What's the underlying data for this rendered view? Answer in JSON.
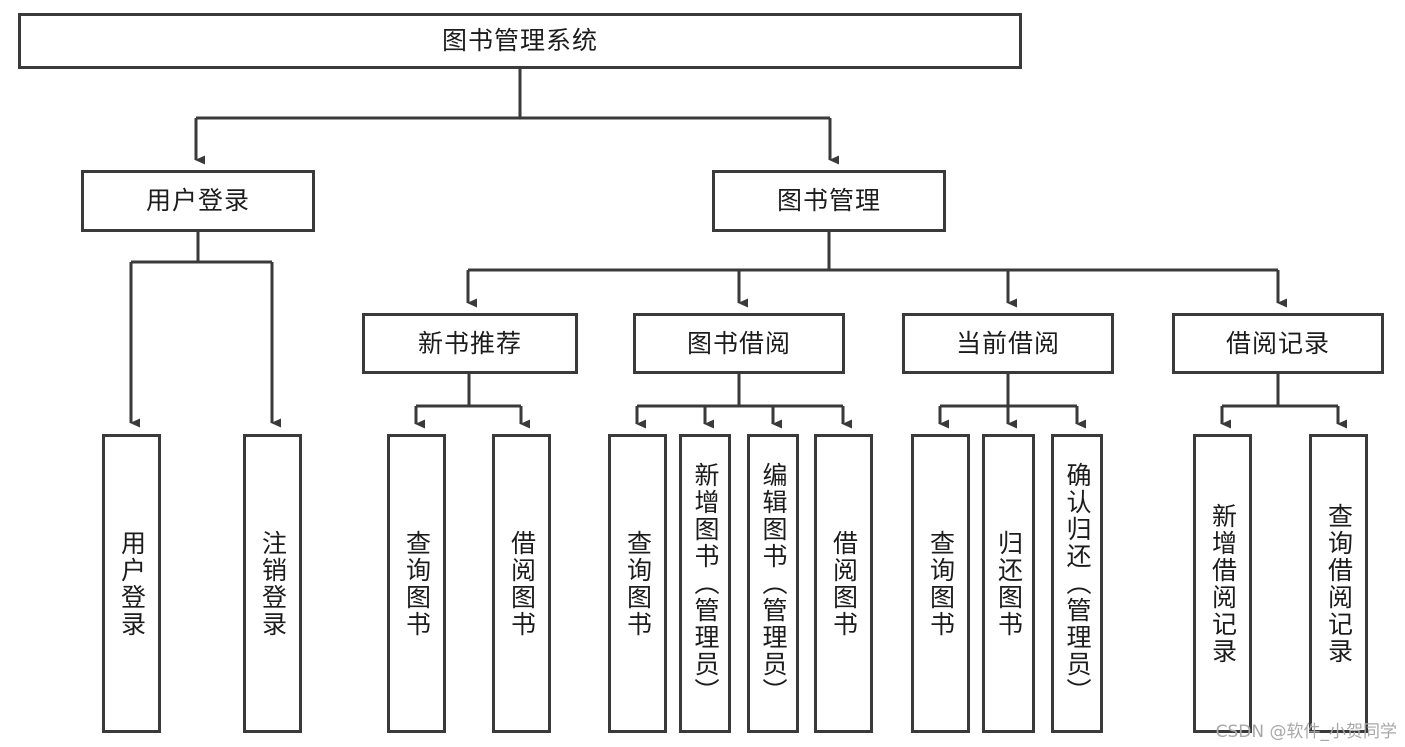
{
  "diagram": {
    "title": "图书管理系统",
    "type": "tree-hierarchy-diagram",
    "colors": {
      "border": "#3a3a3a",
      "background": "#ffffff",
      "text": "#1c1c1c",
      "watermark": "#a8a8a8"
    },
    "root": {
      "label": "图书管理系统"
    },
    "level2": [
      {
        "label": "用户登录"
      },
      {
        "label": "图书管理"
      }
    ],
    "level3": [
      {
        "label": "新书推荐"
      },
      {
        "label": "图书借阅"
      },
      {
        "label": "当前借阅"
      },
      {
        "label": "借阅记录"
      }
    ],
    "leaves": {
      "user_login": [
        {
          "label": "用户登录"
        },
        {
          "label": "注销登录"
        }
      ],
      "new_book_recommend": [
        {
          "label": "查询图书"
        },
        {
          "label": "借阅图书"
        }
      ],
      "book_borrow": [
        {
          "label": "查询图书"
        },
        {
          "label": "新增图书（管理员）"
        },
        {
          "label": "编辑图书（管理员）"
        },
        {
          "label": "借阅图书"
        }
      ],
      "current_borrow": [
        {
          "label": "查询图书"
        },
        {
          "label": "归还图书"
        },
        {
          "label": "确认归还（管理员）"
        }
      ],
      "borrow_record": [
        {
          "label": "新增借阅记录"
        },
        {
          "label": "查询借阅记录"
        }
      ]
    },
    "watermark": "CSDN @软件_小贺同学"
  }
}
